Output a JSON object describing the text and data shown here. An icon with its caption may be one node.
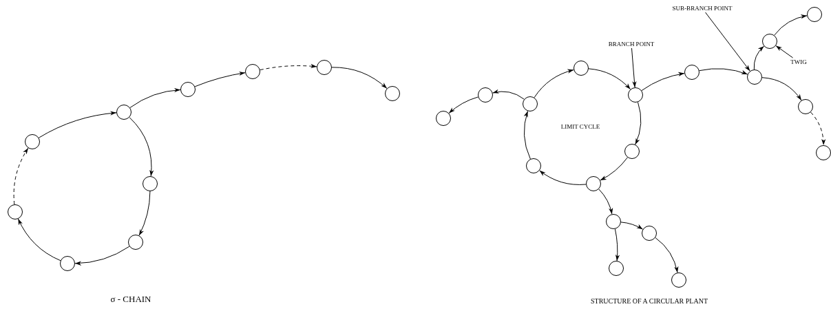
{
  "diagram": {
    "nodes": [
      {
        "text": [],
        "shape": "circle"
      },
      {
        "text": [],
        "shape": "circle"
      },
      {
        "text": [],
        "shape": "circle"
      },
      {
        "text": [],
        "shape": "circle"
      },
      {
        "text": [],
        "shape": "circle"
      },
      {
        "text": [],
        "shape": "circle"
      },
      {
        "text": [],
        "shape": "circle"
      },
      {
        "text": [],
        "shape": "circle"
      },
      {
        "text": [],
        "shape": "circle"
      },
      {
        "text": [],
        "shape": "circle"
      },
      {
        "text": [],
        "shape": "circle"
      },
      {
        "text": [],
        "shape": "circle"
      },
      {
        "text": [],
        "shape": "circle"
      },
      {
        "text": [],
        "shape": "circle"
      },
      {
        "text": [],
        "shape": "circle"
      },
      {
        "text": [],
        "shape": "circle"
      },
      {
        "text": [],
        "shape": "circle"
      },
      {
        "text": [],
        "shape": "circle"
      },
      {
        "text": [],
        "shape": "circle"
      },
      {
        "text": [],
        "shape": "circle"
      },
      {
        "text": [],
        "shape": "circle"
      },
      {
        "text": [],
        "shape": "circle"
      },
      {
        "text": [],
        "shape": "circle"
      },
      {
        "text": [],
        "shape": "circle"
      },
      {
        "text": [],
        "shape": "circle"
      },
      {
        "text": [],
        "shape": "circle"
      },
      {
        "text": [],
        "shape": "circle"
      },
      {
        "text": [],
        "shape": "circle"
      },
      {
        "text": [
          "BRANCH POINT"
        ]
      },
      {
        "text": [
          "SUB-BRANCH POINT"
        ]
      },
      {
        "text": [
          "TWIG"
        ]
      }
    ],
    "edges": [
      {
        "from": 0,
        "to": 1,
        "arrow": "to",
        "style": "dashed"
      },
      {
        "from": 1,
        "to": 3,
        "arrow": "to"
      },
      {
        "from": 3,
        "to": 6,
        "arrow": "to"
      },
      {
        "from": 6,
        "to": 7,
        "arrow": "to"
      },
      {
        "from": 7,
        "to": 8,
        "arrow": "to",
        "style": "dashed"
      },
      {
        "from": 8,
        "to": 9,
        "arrow": "to"
      },
      {
        "from": 3,
        "to": 5,
        "arrow": "to"
      },
      {
        "from": 5,
        "to": 4,
        "arrow": "to"
      },
      {
        "from": 4,
        "to": 2,
        "arrow": "to"
      },
      {
        "from": 2,
        "to": 0,
        "arrow": "to"
      },
      {
        "from": 12,
        "to": 14,
        "arrow": "to"
      },
      {
        "from": 14,
        "to": 19,
        "arrow": "to"
      },
      {
        "from": 19,
        "to": 18,
        "arrow": "to"
      },
      {
        "from": 18,
        "to": 15,
        "arrow": "to"
      },
      {
        "from": 15,
        "to": 13,
        "arrow": "to"
      },
      {
        "from": 13,
        "to": 12,
        "arrow": "to"
      },
      {
        "from": 12,
        "to": 11,
        "arrow": "to"
      },
      {
        "from": 11,
        "to": 10,
        "arrow": "to"
      },
      {
        "from": 19,
        "to": 22,
        "arrow": "to"
      },
      {
        "from": 22,
        "to": 23,
        "arrow": "to"
      },
      {
        "from": 23,
        "to": 24,
        "arrow": "to"
      },
      {
        "from": 24,
        "to": 26,
        "arrow": "to"
      },
      {
        "from": 23,
        "to": 25,
        "arrow": "to"
      },
      {
        "from": 25,
        "to": 27,
        "arrow": "to",
        "style": "dashed"
      },
      {
        "from": 15,
        "to": 16,
        "arrow": "to"
      },
      {
        "from": 16,
        "to": 17,
        "arrow": "to"
      },
      {
        "from": 16,
        "to": 20,
        "arrow": "to"
      },
      {
        "from": 20,
        "to": 21,
        "arrow": "to"
      },
      {
        "from": 28,
        "to": 19,
        "arrow": "to"
      },
      {
        "from": 29,
        "to": 23,
        "arrow": "to"
      },
      {
        "from": 30,
        "to": 24,
        "arrow": "to"
      }
    ],
    "labels": [
      "LIMIT CYCLE",
      "σ - CHAIN",
      "STRUCTURE OF A CIRCULAR PLANT"
    ]
  }
}
